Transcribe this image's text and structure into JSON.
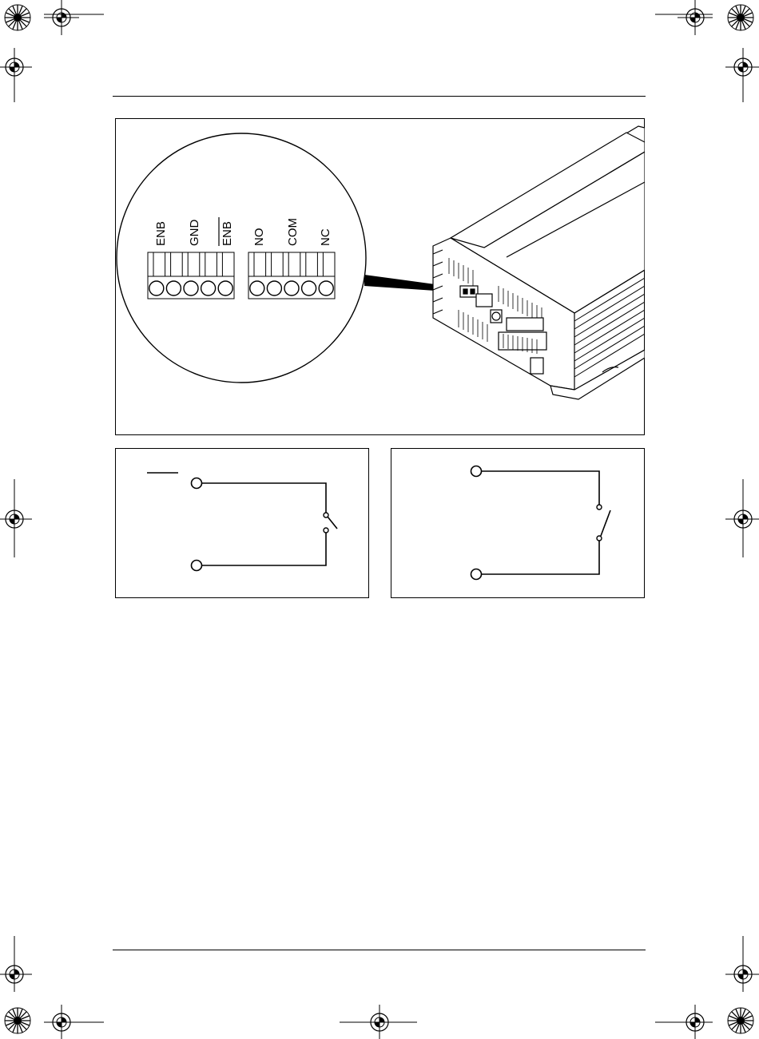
{
  "terminal_block_left": {
    "labels": [
      "ENB",
      "GND",
      "ENB"
    ],
    "overlined": [
      false,
      false,
      true
    ]
  },
  "terminal_block_right": {
    "labels": [
      "NO",
      "COM",
      "NC"
    ]
  },
  "colors": {
    "line": "#000000",
    "background": "#ffffff",
    "registration_mark": "#000000"
  },
  "icons": [
    "registration-crosshair-icon",
    "color-wheel-icon",
    "switch-contact-icon"
  ]
}
